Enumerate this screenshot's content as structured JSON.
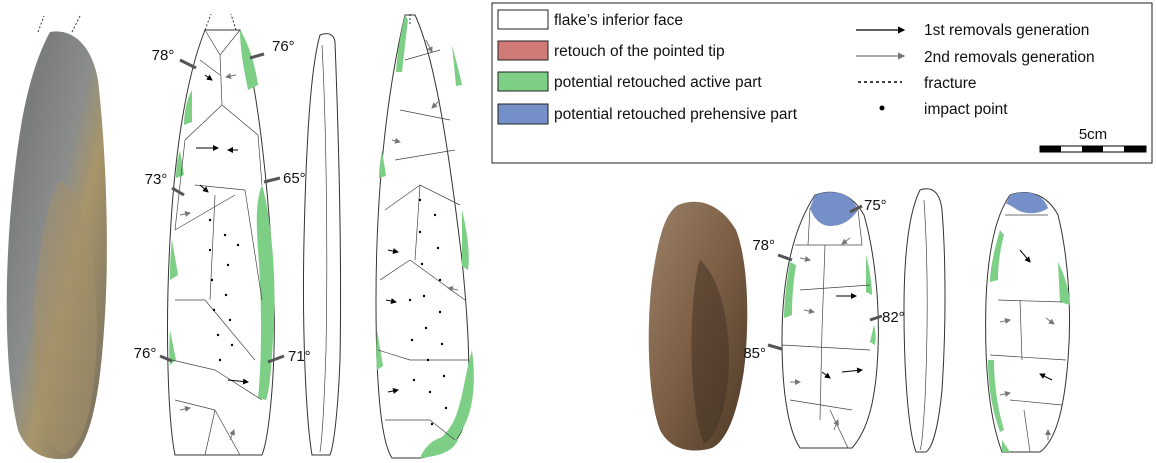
{
  "legend": {
    "items": [
      {
        "label": "flake’s inferior face",
        "swatch": "#ffffff"
      },
      {
        "label": "retouch of the pointed tip",
        "swatch": "#d07a78"
      },
      {
        "label": "potential retouched active part",
        "swatch": "#7dcf86"
      },
      {
        "label": "potential retouched prehensive part",
        "swatch": "#7590c8"
      }
    ],
    "symbols": [
      {
        "label": "1st removals generation",
        "symbol": "black-arrow"
      },
      {
        "label": "2nd removals generation",
        "symbol": "grey-arrow"
      },
      {
        "label": "fracture",
        "symbol": "dashed-line"
      },
      {
        "label": "impact point",
        "symbol": "dot"
      }
    ],
    "scale_label": "5cm"
  },
  "artifact1": {
    "angles": [
      "78°",
      "76°",
      "73°",
      "65°",
      "76°",
      "71°"
    ]
  },
  "artifact2": {
    "angles": [
      "75°",
      "78°",
      "82°",
      "85°"
    ]
  },
  "colors": {
    "active": "#7dcf86",
    "prehensive": "#7590c8",
    "tip": "#d07a78",
    "outline": "#333333",
    "angle_marker": "#555555"
  }
}
